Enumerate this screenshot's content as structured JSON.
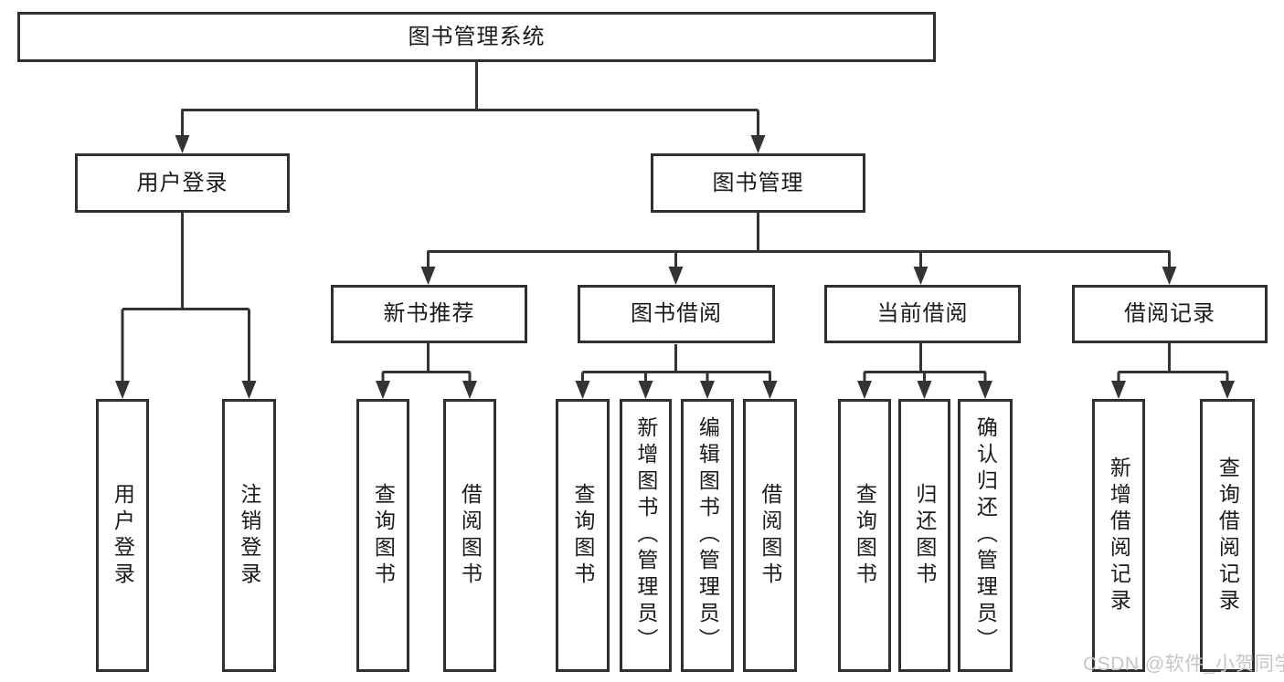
{
  "tree": {
    "label": "图书管理系统",
    "children": [
      {
        "label": "用户登录",
        "children": [
          {
            "label": "用户登录"
          },
          {
            "label": "注销登录"
          }
        ]
      },
      {
        "label": "图书管理",
        "children": [
          {
            "label": "新书推荐",
            "children": [
              {
                "label": "查询图书"
              },
              {
                "label": "借阅图书"
              }
            ]
          },
          {
            "label": "图书借阅",
            "children": [
              {
                "label": "查询图书"
              },
              {
                "label": "新增图书（管理员）"
              },
              {
                "label": "编辑图书（管理员）"
              },
              {
                "label": "借阅图书"
              }
            ]
          },
          {
            "label": "当前借阅",
            "children": [
              {
                "label": "查询图书"
              },
              {
                "label": "归还图书"
              },
              {
                "label": "确认归还（管理员）"
              }
            ]
          },
          {
            "label": "借阅记录",
            "children": [
              {
                "label": "新增借阅记录"
              },
              {
                "label": "查询借阅记录"
              }
            ]
          }
        ]
      }
    ]
  },
  "watermark": {
    "text": "CSDN @软件_小贺同学"
  },
  "colors": {
    "line": "#333333",
    "box_border": "#2f2f2f",
    "text": "#1a1a1a",
    "background": "#ffffff",
    "watermark": "#c6c6c6"
  }
}
